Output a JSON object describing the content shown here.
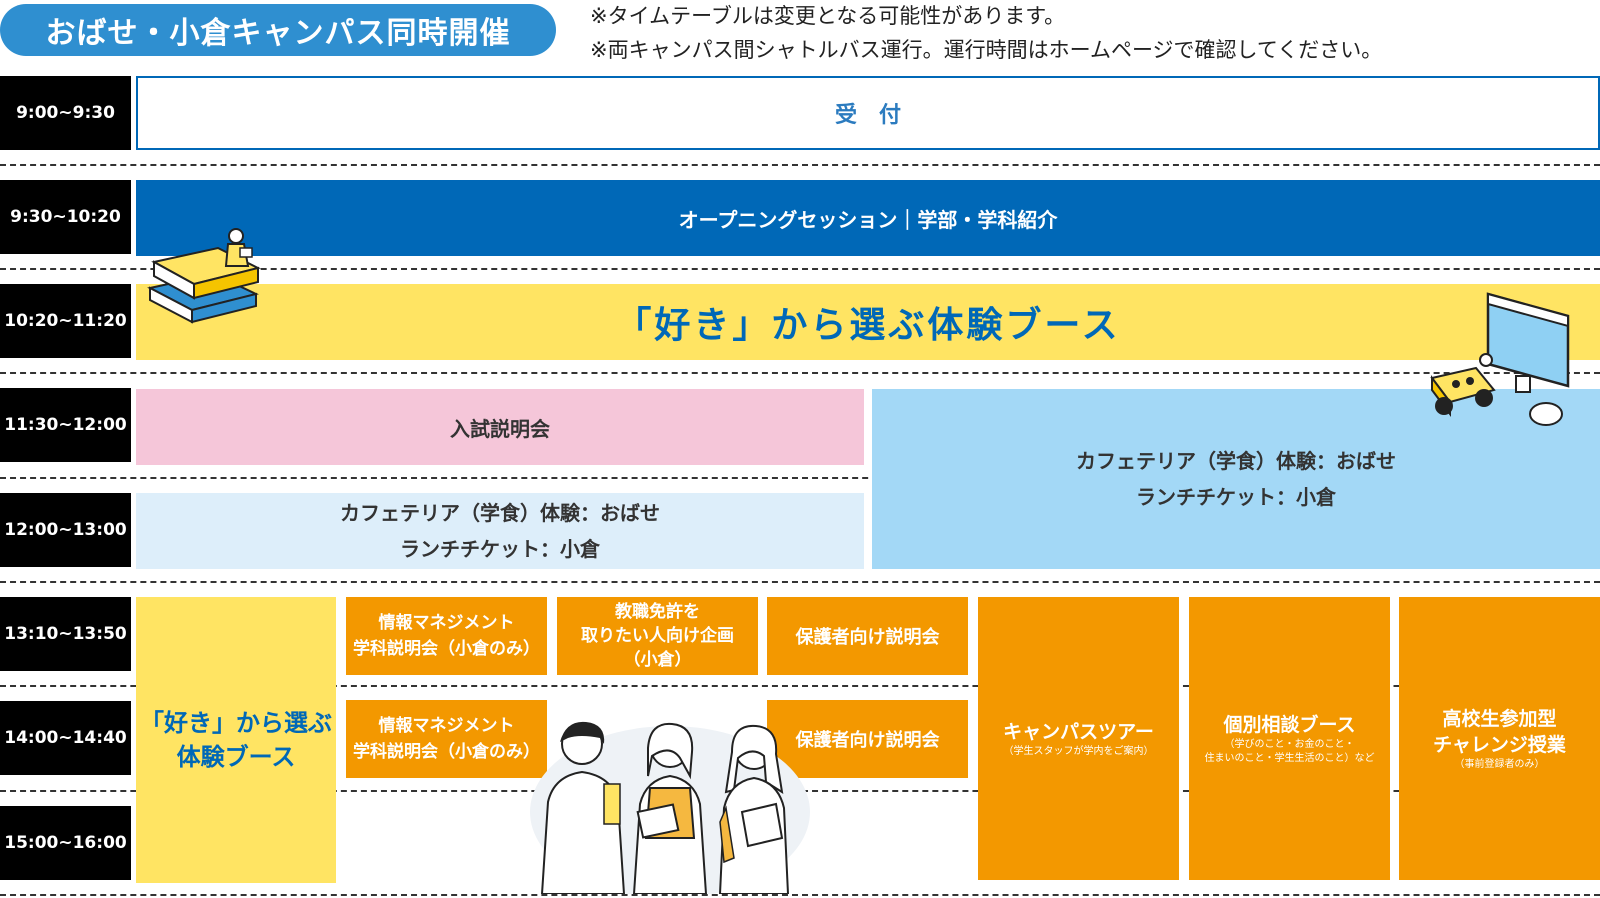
{
  "header": {
    "badge": "おばせ・小倉キャンパス同時開催",
    "note1": "※タイムテーブルは変更となる可能性があります。",
    "note2": "※両キャンパス間シャトルバス運行。運行時間はホームページで確認してください。"
  },
  "times": [
    "9:00~9:30",
    "9:30~10:20",
    "10:20~11:20",
    "11:30~12:00",
    "12:00~13:00",
    "13:10~13:50",
    "14:00~14:40",
    "15:00~16:00"
  ],
  "events": {
    "reception": "受　付",
    "opening": "オープニングセッション｜学部・学科紹介",
    "booth_main": "「好き」から選ぶ体験ブース",
    "admission": "入試説明会",
    "cafeteria_line1": "カフェテリア（学食）体験：おばせ",
    "cafeteria_line2": "ランチチケット：小倉",
    "booth_side_line1": "「好き」から選ぶ",
    "booth_side_line2": "体験ブース",
    "info_mgmt_line1": "情報マネジメント",
    "info_mgmt_line2": "学科説明会（小倉のみ）",
    "teacher_line1": "教職免許を",
    "teacher_line2": "取りたい人向け企画",
    "teacher_line3": "（小倉）",
    "parents": "保護者向け説明会",
    "tour": "キャンパスツアー",
    "tour_sub": "（学生スタッフが学内をご案内）",
    "consult": "個別相談ブース",
    "consult_sub1": "（学びのこと・お金のこと・",
    "consult_sub2": "住まいのこと・学生生活のこと）など",
    "class_line1": "高校生参加型",
    "class_line2": "チャレンジ授業",
    "class_sub": "（事前登録者のみ）"
  },
  "colors": {
    "badge": "#2f8fd0",
    "opening": "#0068b7",
    "booth": "#ffe463",
    "admission": "#f5c6d9",
    "cafeteria_light": "#ddeefa",
    "cafeteria_blue": "#a3d8f6",
    "orange": "#f39800",
    "reception_text": "#2b7bbf"
  },
  "icons": [
    "books-reader-illustration",
    "robot-monitor-illustration",
    "students-illustration"
  ]
}
